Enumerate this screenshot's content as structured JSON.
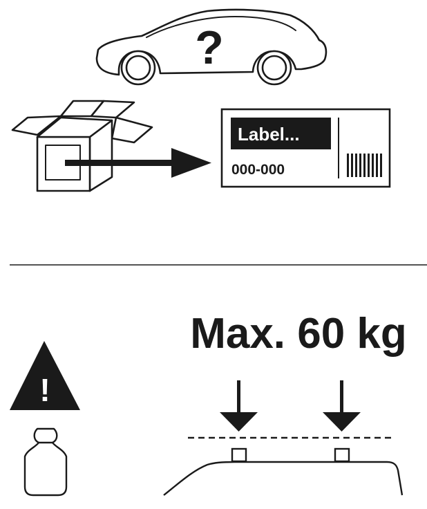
{
  "top": {
    "car_mark": "?",
    "label_card": {
      "title": "Label...",
      "code": "000-000"
    }
  },
  "bottom": {
    "load_text": "Max. 60 kg",
    "warning_mark": "!"
  },
  "colors": {
    "ink": "#1a1a1a",
    "background": "#ffffff"
  },
  "icons": [
    "car-icon",
    "question-mark-icon",
    "open-box-icon",
    "arrow-right-icon",
    "label-card-icon",
    "barcode-icon",
    "warning-triangle-icon",
    "weight-icon",
    "down-arrow-icon",
    "roof-rack-icon"
  ]
}
